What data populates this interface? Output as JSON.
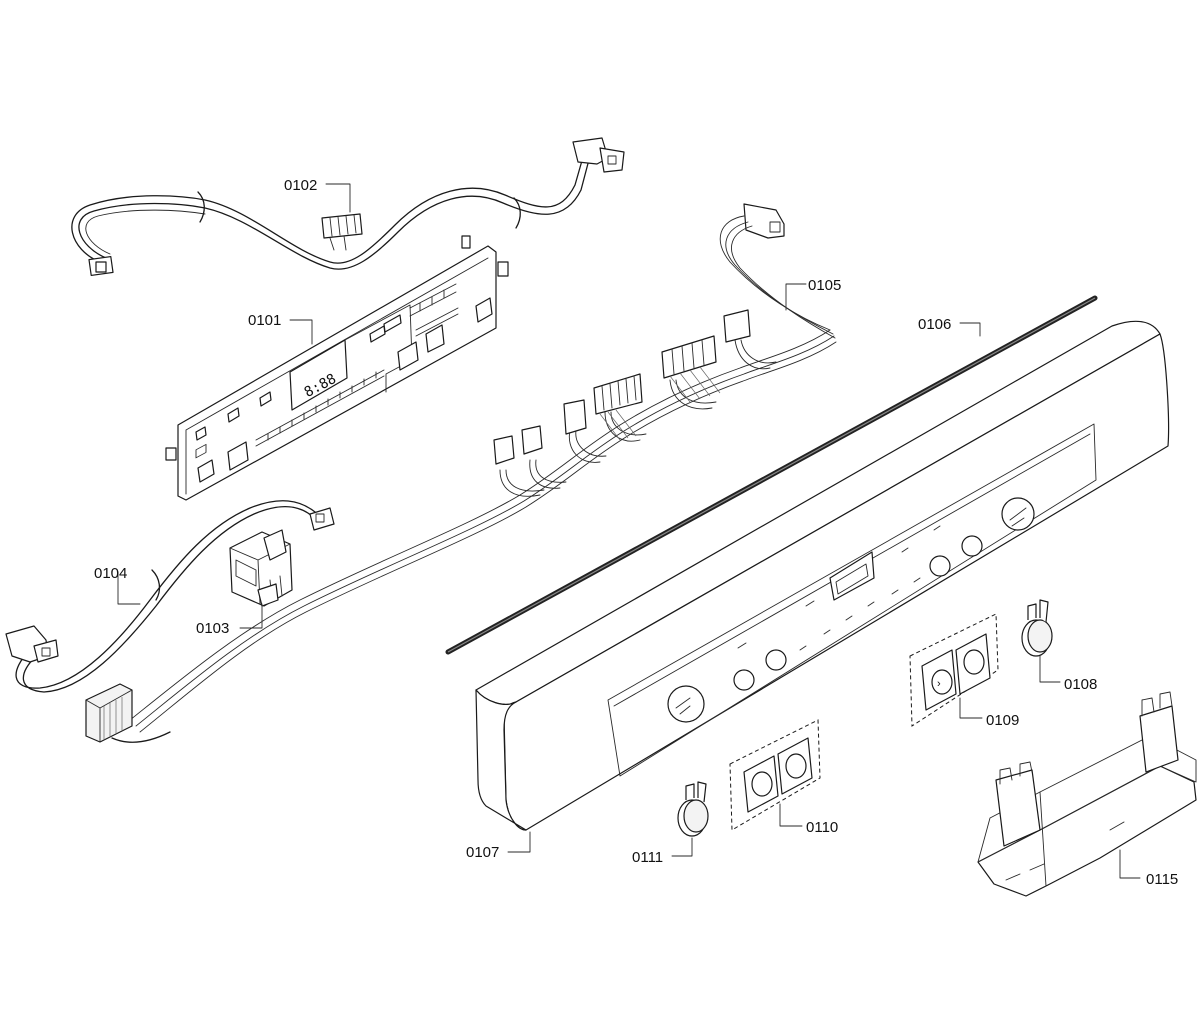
{
  "parts": [
    {
      "id": "0101",
      "label": "0101"
    },
    {
      "id": "0102",
      "label": "0102"
    },
    {
      "id": "0103",
      "label": "0103"
    },
    {
      "id": "0104",
      "label": "0104"
    },
    {
      "id": "0105",
      "label": "0105"
    },
    {
      "id": "0106",
      "label": "0106"
    },
    {
      "id": "0107",
      "label": "0107"
    },
    {
      "id": "0108",
      "label": "0108"
    },
    {
      "id": "0109",
      "label": "0109"
    },
    {
      "id": "0110",
      "label": "0110"
    },
    {
      "id": "0111",
      "label": "0111"
    },
    {
      "id": "0115",
      "label": "0115"
    }
  ],
  "display": {
    "readout": "8:88"
  }
}
